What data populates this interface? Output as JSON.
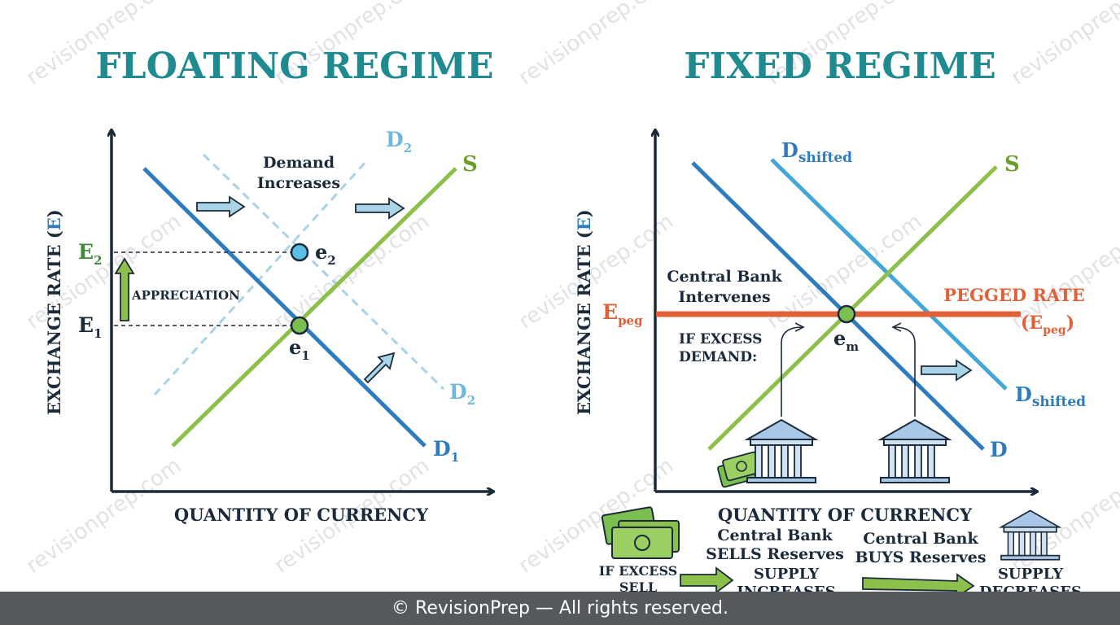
{
  "left": {
    "title": "FLOATING REGIME",
    "y_axis_label": "EXCHANGE RATE (",
    "y_axis_symbol": "E",
    "y_axis_close": ")",
    "x_axis_label": "QUANTITY OF CURRENCY",
    "e2_label": "E",
    "e2_sub": "2",
    "e1_label": "E",
    "e1_sub": "1",
    "appreciation": "APPRECIATION",
    "demand_increases_1": "Demand",
    "demand_increases_2": "Increases",
    "point_e2": "e",
    "point_e2_sub": "2",
    "point_e1": "e",
    "point_e1_sub": "1",
    "d2_top": "D",
    "d2_top_sub": "2",
    "d2_bottom": "D",
    "d2_bottom_sub": "2",
    "d1": "D",
    "d1_sub": "1",
    "s": "S"
  },
  "right": {
    "title": "FIXED REGIME",
    "y_axis_label": "EXCHANGE RATE (",
    "y_axis_symbol": "E",
    "y_axis_close": ")",
    "x_axis_label": "QUANTITY OF CURRENCY",
    "epeg": "E",
    "epeg_sub": "peg",
    "d_shifted_top": "D",
    "d_shifted_top_sub": "shifted",
    "d_shifted_bottom": "D",
    "d_shifted_bottom_sub": "shifted",
    "d": "D",
    "s": "S",
    "central_bank_1": "Central Bank",
    "central_bank_2": "Intervenes",
    "pegged_rate": "PEGGED RATE",
    "pegged_open": "(E",
    "pegged_sub": "peg",
    "pegged_close": ")",
    "if_excess_1": "IF EXCESS",
    "if_excess_2": "DEMAND:",
    "point_em": "e",
    "point_em_sub": "m"
  },
  "bottom": {
    "if_excess_sell_1": "IF EXCESS",
    "if_excess_sell_2": "SELL",
    "sells_1": "Central Bank",
    "sells_2": "SELLS Reserves",
    "supply_inc_1": "SUPPLY",
    "supply_inc_2": "INCREASES",
    "buys_1": "Central Bank",
    "buys_2": "BUYS Reserves",
    "supply_dec_1": "SUPPLY",
    "supply_dec_2": "DECREASES"
  },
  "watermark": "revisionprep.com",
  "footer": "© RevisionPrep — All rights reserved.",
  "colors": {
    "title": "#1f8a90",
    "demand": "#2e7bbf",
    "demand_light": "#a9d3e6",
    "d_shifted": "#43a6d8",
    "supply": "#8cc04a",
    "peg": "#e0603a",
    "green_text": "#3f8a3a",
    "dark": "#1b2a3a",
    "point_e2": "#5cc0e6",
    "point_green": "#7bbf50"
  }
}
